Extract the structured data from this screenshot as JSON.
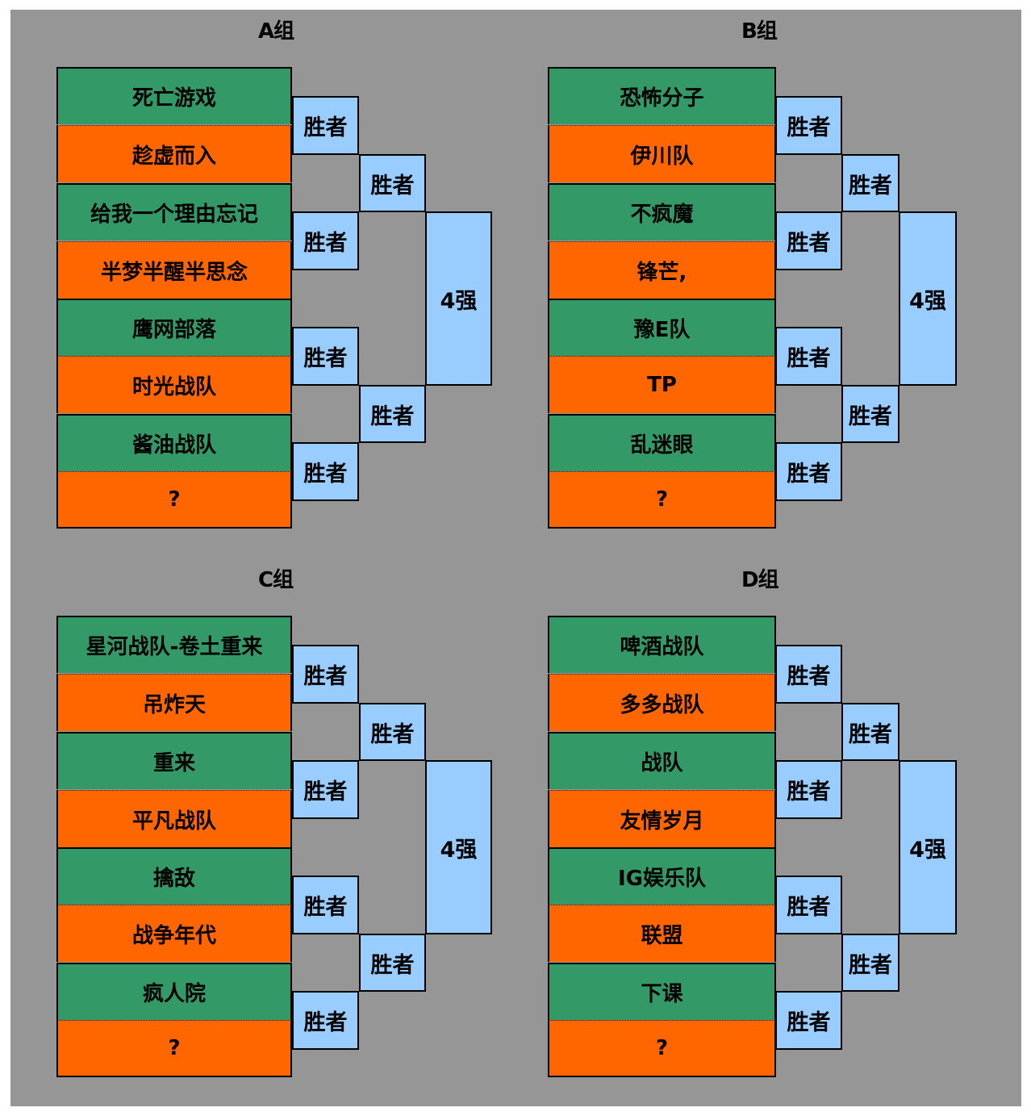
{
  "groups": [
    {
      "title": "A组",
      "teams": [
        "死亡游戏",
        "趁虚而入",
        "给我一个理由忘记",
        "半梦半醒半思念",
        "鹰网部落",
        "时光战队",
        "酱油战队",
        "?"
      ],
      "winner_label": "胜者",
      "final_label": "4强"
    },
    {
      "title": "B组",
      "teams": [
        "恐怖分子",
        "伊川队",
        "不疯魔",
        "锋芒,",
        "豫E队",
        "TP",
        "乱迷眼",
        "?"
      ],
      "winner_label": "胜者",
      "final_label": "4强"
    },
    {
      "title": "C组",
      "teams": [
        "星河战队-卷土重来",
        "吊炸天",
        "重来",
        "平凡战队",
        "擒敌",
        "战争年代",
        "疯人院",
        "?"
      ],
      "winner_label": "胜者",
      "final_label": "4强"
    },
    {
      "title": "D组",
      "teams": [
        "啤酒战队",
        "多多战队",
        "战队",
        "友情岁月",
        "IG娱乐队",
        "联盟",
        "下课",
        "?"
      ],
      "winner_label": "胜者",
      "final_label": "4强"
    }
  ],
  "colors": {
    "background": "#969696",
    "team_green": "#339966",
    "team_orange": "#ff6600",
    "winner_box": "#99ccff"
  }
}
